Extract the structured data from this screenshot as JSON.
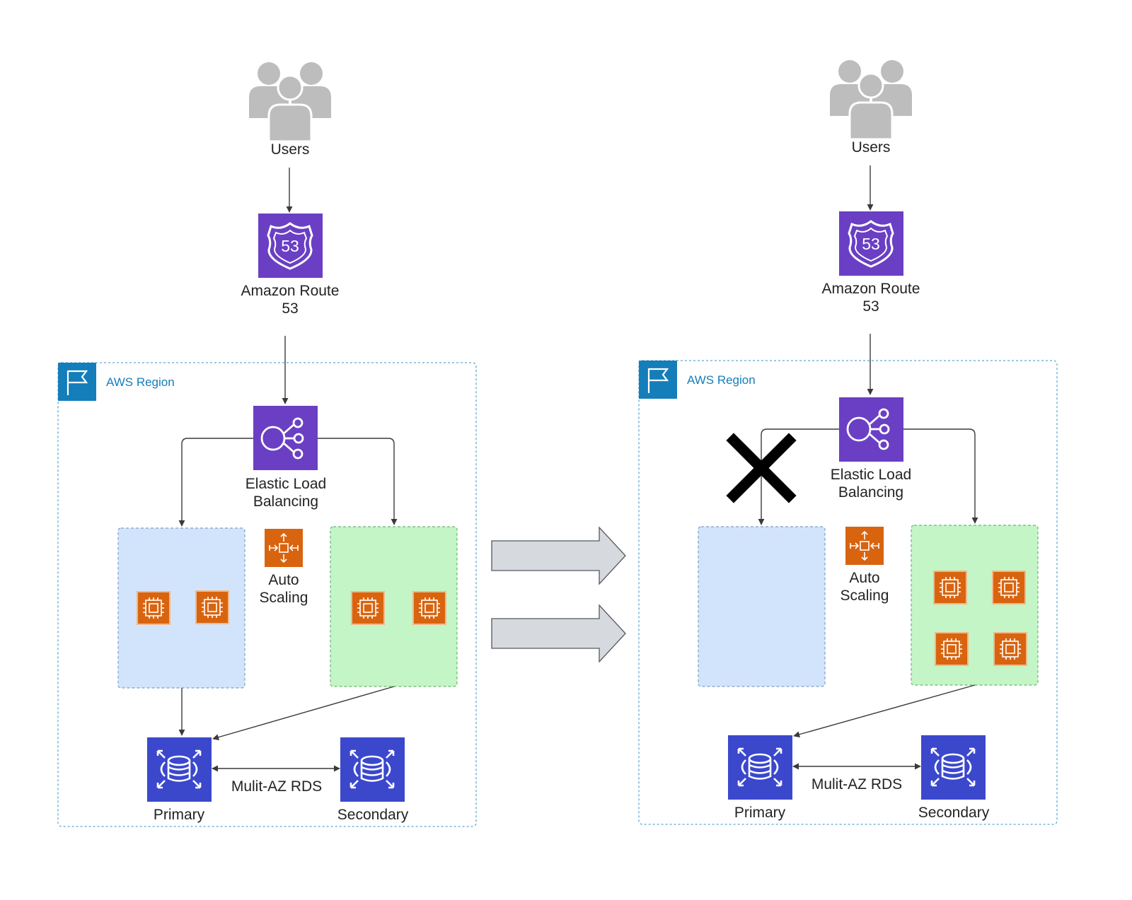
{
  "left": {
    "users_label": "Users",
    "route53_label_line1": "Amazon Route",
    "route53_label_line2": "53",
    "route53_badge": "53",
    "region_label": "AWS Region",
    "elb_label_line1": "Elastic Load",
    "elb_label_line2": "Balancing",
    "autoscaling_label_line1": "Auto",
    "autoscaling_label_line2": "Scaling",
    "rds_link_label": "Mulit-AZ RDS",
    "primary_label": "Primary",
    "secondary_label": "Secondary"
  },
  "right": {
    "users_label": "Users",
    "route53_label_line1": "Amazon Route",
    "route53_label_line2": "53",
    "route53_badge": "53",
    "region_label": "AWS Region",
    "elb_label_line1": "Elastic Load",
    "elb_label_line2": "Balancing",
    "autoscaling_label_line1": "Auto",
    "autoscaling_label_line2": "Scaling",
    "rds_link_label": "Mulit-AZ RDS",
    "primary_label": "Primary",
    "secondary_label": "Secondary"
  },
  "colors": {
    "route53": "#6a3fc4",
    "elb": "#6a3fc4",
    "rds": "#3b48cc",
    "ec2": "#d9640f",
    "region": "#147eba",
    "az_blue": "#d2e4fb",
    "az_green": "#c3f5c6",
    "arrow_gray": "#d6d9dd"
  }
}
